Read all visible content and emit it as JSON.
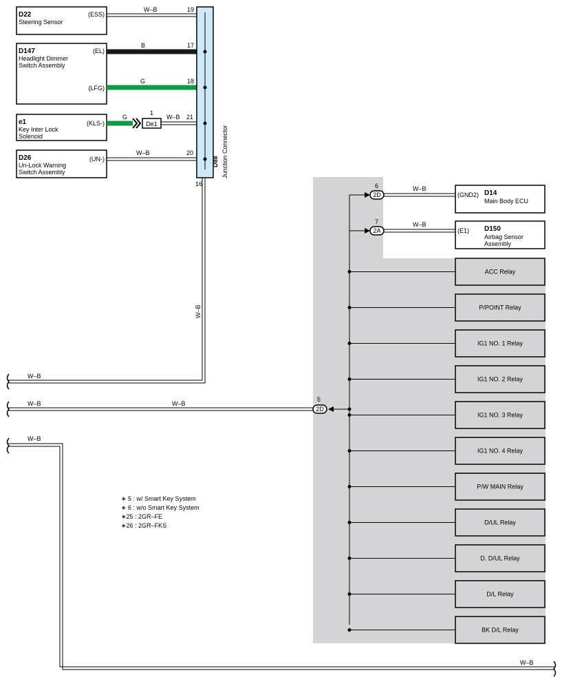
{
  "components": {
    "d22": {
      "id": "D22",
      "name": "Steering Sensor",
      "terminal": "(ESS)"
    },
    "d147": {
      "id": "D147",
      "name1": "Headlight Dimmer",
      "name2": "Switch Assembly",
      "terminal_el": "(EL)",
      "terminal_lfg": "(LFG)"
    },
    "e1": {
      "id": "e1",
      "name1": "Key Inter Lock",
      "name2": "Solenoid",
      "terminal": "(KLS-)"
    },
    "d26": {
      "id": "D26",
      "name1": "Un-Lock Warning",
      "name2": "Switch Assembly",
      "terminal": "(UN-)"
    },
    "d14": {
      "id": "D14",
      "name": "Main Body ECU",
      "terminal": "(GND2)"
    },
    "d150": {
      "id": "D150",
      "name1": "Airbag Sensor",
      "name2": "Assembly",
      "terminal": "(E1)"
    }
  },
  "junction": {
    "id": "D88",
    "name": "Junction Connector"
  },
  "pins": {
    "p19": "19",
    "p17": "17",
    "p18": "18",
    "p21": "21",
    "p20": "20",
    "p16": "16",
    "p1": "1",
    "p6": "6",
    "p7": "7",
    "p5": "5"
  },
  "connectors": {
    "de1": "De1",
    "c2d_top": "2D",
    "c2a": "2A",
    "c2d_mid": "2D"
  },
  "wire_labels": {
    "w_ess": "W–B",
    "w_el": "B",
    "w_lfg": "G",
    "w_kls_g": "G",
    "w_kls_wb": "W–B",
    "w_un": "W–B",
    "w_vert": "W–B",
    "w_left1": "W–B",
    "w_left2a": "W–B",
    "w_left2b": "W–B",
    "w_left3": "W–B",
    "w_bottom": "W–B",
    "w_d14": "W–B",
    "w_d150": "W–B"
  },
  "relays": [
    "ACC Relay",
    "P/POINT Relay",
    "IG1 NO. 1 Relay",
    "IG1 NO. 2 Relay",
    "IG1 NO. 3 Relay",
    "IG1 NO. 4 Relay",
    "P/W MAIN Relay",
    "D/UL Relay",
    "D. D/UL Relay",
    "D/L Relay",
    "BK D/L Relay"
  ],
  "notes": [
    "∗ 5 : w/ Smart Key System",
    "∗ 6 : w/o Smart Key System",
    "∗25 : 2GR–FE",
    "∗26 : 2GR–FKS"
  ],
  "colors": {
    "wire_black": "#1a1a1a",
    "wire_green": "#0f9a48",
    "junction_fill": "#cfe8f7",
    "relay_fill": "#d4d4d6",
    "shade": "#d4d4d6"
  }
}
